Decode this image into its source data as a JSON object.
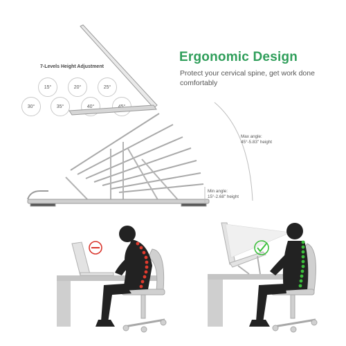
{
  "heading": {
    "title": "Ergonomic Design",
    "subtitle": "Protect your cervical spine, get work done comfortably"
  },
  "levels": {
    "title": "7-Levels Height Adjustment",
    "angles": [
      "15°",
      "20°",
      "25°",
      "30°",
      "35°",
      "40°",
      "45°"
    ]
  },
  "annotations": {
    "max_angle": {
      "line1": "Max angle:",
      "line2": "45°-5.83\"  height"
    },
    "min_angle": {
      "line1": "Min angle:",
      "line2": "15°-2.68\"  height"
    }
  },
  "colors": {
    "accent_green": "#2f9e5a",
    "bad_red": "#d9342b",
    "good_green": "#3cbf3c",
    "silhouette": "#222222",
    "furniture_gray": "#bdbdbd"
  },
  "icons": {
    "bad_posture": "no-entry-icon",
    "good_posture": "checkmark-icon"
  }
}
